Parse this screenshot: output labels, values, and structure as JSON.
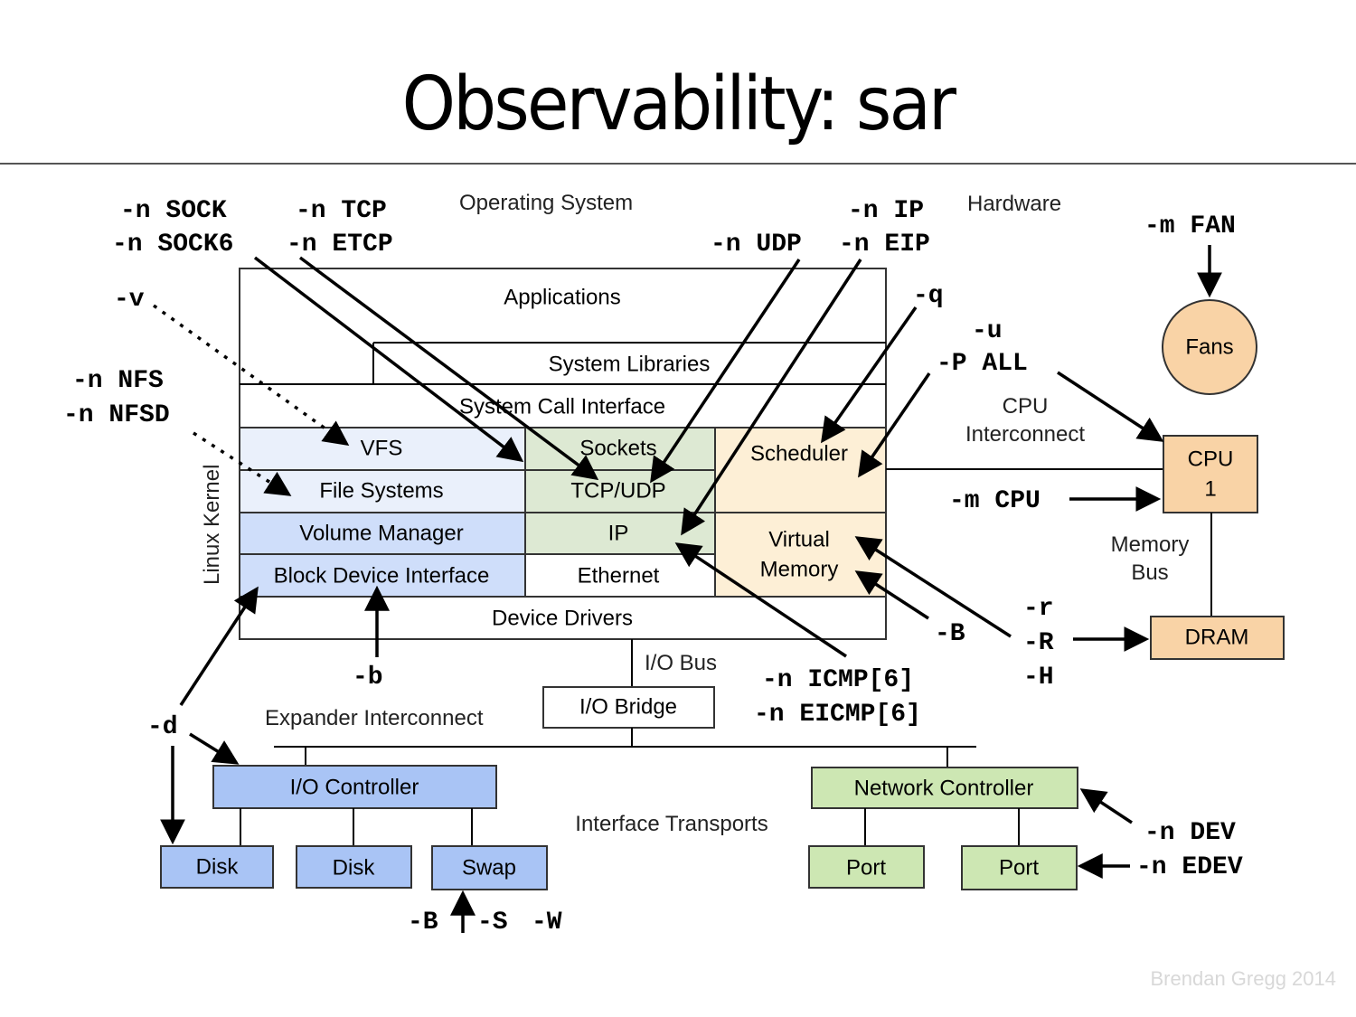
{
  "title": "Observability: sar",
  "credit": "Brendan Gregg 2014",
  "regions": {
    "os": "Operating System",
    "hardware": "Hardware",
    "linux_kernel": "Linux Kernel"
  },
  "colors": {
    "fs_fill": "#eaf0fb",
    "block_fill": "#cfdefa",
    "net_fill": "#dde9d3",
    "sched_fill": "#fdefd6",
    "hw_fill": "#f9d3a6",
    "io_fill": "#a9c4f5",
    "netdev_fill": "#cde7b3"
  },
  "stack": {
    "applications": "Applications",
    "system_libraries": "System Libraries",
    "system_call_interface": "System Call Interface",
    "vfs": "VFS",
    "file_systems": "File Systems",
    "volume_manager": "Volume Manager",
    "block_device_interface": "Block Device Interface",
    "sockets": "Sockets",
    "tcp_udp": "TCP/UDP",
    "ip": "IP",
    "ethernet": "Ethernet",
    "scheduler": "Scheduler",
    "virtual_memory_1": "Virtual",
    "virtual_memory_2": "Memory",
    "device_drivers": "Device Drivers"
  },
  "hardware": {
    "fans": "Fans",
    "cpu_1": "CPU",
    "cpu_2": "1",
    "dram": "DRAM",
    "io_bridge": "I/O Bridge",
    "io_controller": "I/O Controller",
    "disk1": "Disk",
    "disk2": "Disk",
    "swap": "Swap",
    "network_controller": "Network Controller",
    "port1": "Port",
    "port2": "Port"
  },
  "buses": {
    "cpu_interconnect_1": "CPU",
    "cpu_interconnect_2": "Interconnect",
    "memory_bus_1": "Memory",
    "memory_bus_2": "Bus",
    "io_bus": "I/O Bus",
    "expander_interconnect": "Expander Interconnect",
    "interface_transports": "Interface Transports"
  },
  "options": {
    "sock": "-n SOCK",
    "sock6": "-n SOCK6",
    "tcp": "-n TCP",
    "etcp": "-n ETCP",
    "ip": "-n IP",
    "udp": "-n UDP",
    "eip": "-n EIP",
    "fan": "-m FAN",
    "v": "-v",
    "q": "-q",
    "u": "-u",
    "p_all": "-P ALL",
    "nfs": "-n NFS",
    "nfsd": "-n NFSD",
    "m_cpu": "-m CPU",
    "r_lower": "-r",
    "r_upper": "-R",
    "h": "-H",
    "b_vm": "-B",
    "b_lower": "-b",
    "icmp": "-n ICMP[6]",
    "eicmp": "-n EICMP[6]",
    "d": "-d",
    "swap_b": "-B",
    "swap_s": "-S",
    "swap_w": "-W",
    "dev": "-n DEV",
    "edev": "-n EDEV"
  }
}
